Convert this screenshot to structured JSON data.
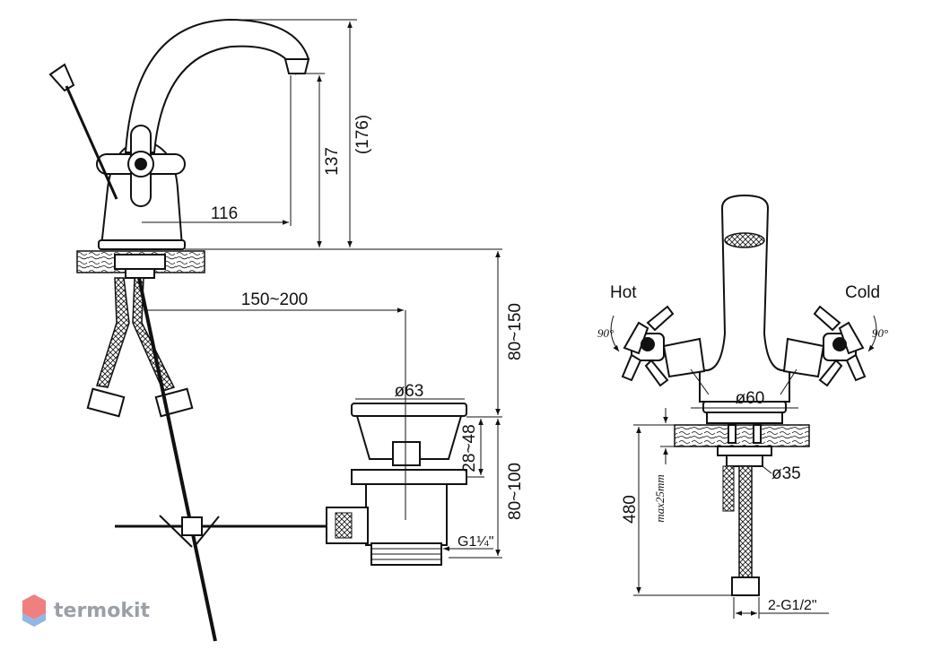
{
  "dimensions": {
    "height_total": "(176)",
    "height_spout": "137",
    "spout_reach": "116",
    "popup_distance": "150~200",
    "deck_to_popup": "80~150",
    "drain_flange": "ø63",
    "drain_height": "28~48",
    "drain_depth": "80~100",
    "drain_thread": "G1¼\"",
    "base_diameter": "ø60",
    "mount_hole": "ø35",
    "hose_length": "480",
    "max_deck": "max25mm",
    "hose_thread": "2-G1/2\""
  },
  "labels": {
    "hot": "Hot",
    "cold": "Cold",
    "hot_angle": "90°",
    "cold_angle": "90°"
  },
  "brand": {
    "name": "termokit",
    "colors": {
      "top": "#f08080",
      "bottom": "#8fb8e6"
    }
  }
}
